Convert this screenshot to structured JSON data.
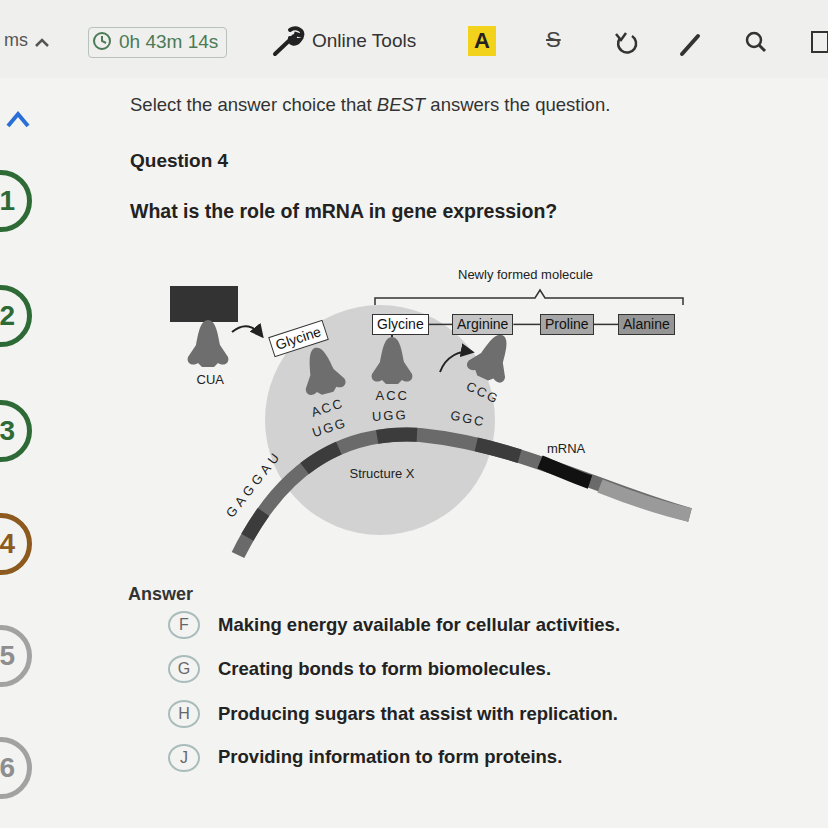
{
  "diagram": {
    "nodes": [
      {
        "text": [
          "0h 43m 14s"
        ]
      },
      {
        "text": [
          "A"
        ]
      },
      {
        "text": [
          "Glycine"
        ]
      },
      {
        "text": [
          "Glycine"
        ]
      },
      {
        "text": [
          "Arginine"
        ]
      },
      {
        "text": [
          "Proline"
        ]
      },
      {
        "text": [
          "Alanine"
        ]
      },
      {
        "text": [
          "1"
        ]
      },
      {
        "text": [
          "2"
        ]
      },
      {
        "text": [
          "3"
        ]
      },
      {
        "text": [
          "4"
        ]
      },
      {
        "text": [
          "5"
        ]
      },
      {
        "text": [
          "6"
        ]
      },
      {
        "text": [
          "F"
        ]
      },
      {
        "text": [
          "G"
        ]
      },
      {
        "text": [
          "H"
        ]
      },
      {
        "text": [
          "J"
        ]
      }
    ],
    "edges": [
      {
        "from": 3,
        "to": 4,
        "arrow": "none"
      },
      {
        "from": 4,
        "to": 5,
        "arrow": "none"
      },
      {
        "from": 5,
        "to": 6,
        "arrow": "none"
      }
    ],
    "labels": [
      "ms",
      "Online Tools",
      "S",
      "Select the answer choice that",
      "BEST",
      "answers the question.",
      "Question 4",
      "What is the role of mRNA in gene expression?",
      "Newly formed molecule",
      "CUA",
      "ACC",
      "ACC",
      "CCG",
      "GAGGAU",
      "UGG",
      "UGG",
      "GGC",
      "Structure X",
      "mRNA",
      "Answer",
      "Making energy available for cellular activities.",
      "Creating bonds to form biomolecules.",
      "Producing sugars that assist with replication.",
      "Providing information to form proteins."
    ]
  }
}
